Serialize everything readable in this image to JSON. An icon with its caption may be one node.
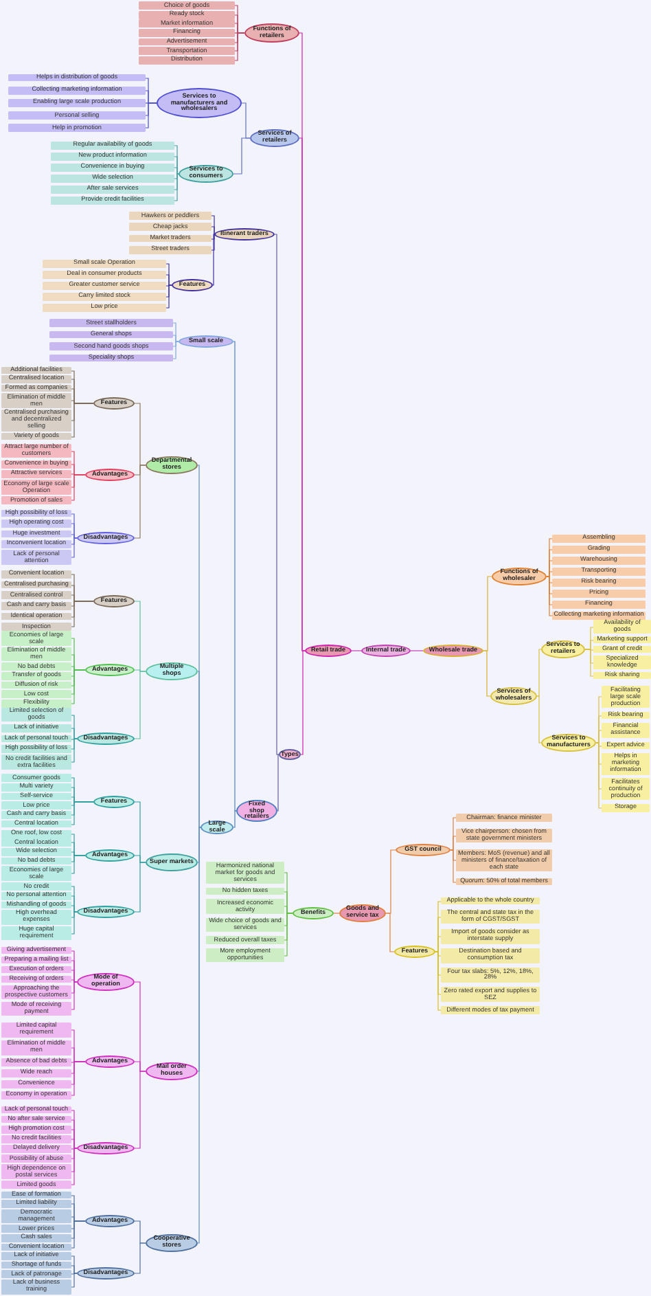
{
  "diagram": {
    "nodes": [
      {
        "text": [
          "Internal trade"
        ]
      },
      {
        "text": [
          "Retail trade"
        ]
      },
      {
        "text": [
          "Wholesale trade"
        ]
      },
      {
        "text": [
          "Functions of retailers"
        ]
      },
      {
        "text": [
          "Choice of goods"
        ]
      },
      {
        "text": [
          "Ready stock"
        ]
      },
      {
        "text": [
          "Market information"
        ]
      },
      {
        "text": [
          "Financing"
        ]
      },
      {
        "text": [
          "Advertisement"
        ]
      },
      {
        "text": [
          "Transportation"
        ]
      },
      {
        "text": [
          "Distribution"
        ]
      },
      {
        "text": [
          "Services of retailers"
        ]
      },
      {
        "text": [
          "Services to manufacturers and wholesalers"
        ]
      },
      {
        "text": [
          "Helps in distribution of goods"
        ]
      },
      {
        "text": [
          "Collecting marketing information"
        ]
      },
      {
        "text": [
          "Enabling large scale production"
        ]
      },
      {
        "text": [
          "Personal selling"
        ]
      },
      {
        "text": [
          "Help in promotion"
        ]
      },
      {
        "text": [
          "Services to consumers"
        ]
      },
      {
        "text": [
          "Regular availability of goods"
        ]
      },
      {
        "text": [
          "New product information"
        ]
      },
      {
        "text": [
          "Convenience in buying"
        ]
      },
      {
        "text": [
          "Wide selection"
        ]
      },
      {
        "text": [
          "After sale services"
        ]
      },
      {
        "text": [
          "Provide credit facilities"
        ]
      },
      {
        "text": [
          "Types"
        ]
      },
      {
        "text": [
          "Itinerant traders"
        ]
      },
      {
        "text": [
          "Hawkers or peddlers"
        ]
      },
      {
        "text": [
          "Cheap jacks"
        ]
      },
      {
        "text": [
          "Market traders"
        ]
      },
      {
        "text": [
          "Street traders"
        ]
      },
      {
        "text": [
          "Features"
        ]
      },
      {
        "text": [
          "Small scale Operation"
        ]
      },
      {
        "text": [
          "Deal in consumer products"
        ]
      },
      {
        "text": [
          "Greater customer service"
        ]
      },
      {
        "text": [
          "Carry limited stock"
        ]
      },
      {
        "text": [
          "Low price"
        ]
      },
      {
        "text": [
          "Fixed shop retailers"
        ]
      },
      {
        "text": [
          "Small scale"
        ]
      },
      {
        "text": [
          "Street stallholders"
        ]
      },
      {
        "text": [
          "General shops"
        ]
      },
      {
        "text": [
          "Second hand goods shops"
        ]
      },
      {
        "text": [
          "Speciality shops"
        ]
      },
      {
        "text": [
          "Large scale"
        ]
      },
      {
        "text": [
          "Departmental stores"
        ]
      },
      {
        "text": [
          "Features"
        ]
      },
      {
        "text": [
          "Additional facilities"
        ]
      },
      {
        "text": [
          "Centralised location"
        ]
      },
      {
        "text": [
          "Formed as companies"
        ]
      },
      {
        "text": [
          "Elimination of middle men"
        ]
      },
      {
        "text": [
          "Centralised purchasing and decentralized selling"
        ]
      },
      {
        "text": [
          "Variety of goods"
        ]
      },
      {
        "text": [
          "Advantages"
        ]
      },
      {
        "text": [
          "Attract large number of customers"
        ]
      },
      {
        "text": [
          "Convenience in buying"
        ]
      },
      {
        "text": [
          "Attractive services"
        ]
      },
      {
        "text": [
          "Economy of large scale Operation"
        ]
      },
      {
        "text": [
          "Promotion of sales"
        ]
      },
      {
        "text": [
          "Disadvantages"
        ]
      },
      {
        "text": [
          "High possibility of loss"
        ]
      },
      {
        "text": [
          "High operating cost"
        ]
      },
      {
        "text": [
          "Huge investment"
        ]
      },
      {
        "text": [
          "Inconvenient location"
        ]
      },
      {
        "text": [
          "Lack of personal attention"
        ]
      },
      {
        "text": [
          "Multiple shops"
        ]
      },
      {
        "text": [
          "Features"
        ]
      },
      {
        "text": [
          "Convenient location"
        ]
      },
      {
        "text": [
          "Centralised purchasing"
        ]
      },
      {
        "text": [
          "Centralised control"
        ]
      },
      {
        "text": [
          "Cash and carry basis"
        ]
      },
      {
        "text": [
          "Identical operation"
        ]
      },
      {
        "text": [
          "Inspection"
        ]
      },
      {
        "text": [
          "Advantages"
        ]
      },
      {
        "text": [
          "Economies of large scale"
        ]
      },
      {
        "text": [
          "Elimination of middle men"
        ]
      },
      {
        "text": [
          "No bad debts"
        ]
      },
      {
        "text": [
          "Transfer of goods"
        ]
      },
      {
        "text": [
          "Diffusion of risk"
        ]
      },
      {
        "text": [
          "Low cost"
        ]
      },
      {
        "text": [
          "Flexibility"
        ]
      },
      {
        "text": [
          "Disadvantages"
        ]
      },
      {
        "text": [
          "Limited selection of goods"
        ]
      },
      {
        "text": [
          "Lack of initiative"
        ]
      },
      {
        "text": [
          "Lack of personal touch"
        ]
      },
      {
        "text": [
          "High possibility of loss"
        ]
      },
      {
        "text": [
          "No credit facilities and extra facilities"
        ]
      },
      {
        "text": [
          "Super markets"
        ]
      },
      {
        "text": [
          "Features"
        ]
      },
      {
        "text": [
          "Consumer goods"
        ]
      },
      {
        "text": [
          "Multi variety"
        ]
      },
      {
        "text": [
          "Self-service"
        ]
      },
      {
        "text": [
          "Low price"
        ]
      },
      {
        "text": [
          "Cash and carry basis"
        ]
      },
      {
        "text": [
          "Central location"
        ]
      },
      {
        "text": [
          "Advantages"
        ]
      },
      {
        "text": [
          "One roof, low cost"
        ]
      },
      {
        "text": [
          "Central location"
        ]
      },
      {
        "text": [
          "Wide selection"
        ]
      },
      {
        "text": [
          "No bad debts"
        ]
      },
      {
        "text": [
          "Economies of large scale"
        ]
      },
      {
        "text": [
          "Disadvantages"
        ]
      },
      {
        "text": [
          "No credit"
        ]
      },
      {
        "text": [
          "No personal attention"
        ]
      },
      {
        "text": [
          "Mishandling of goods"
        ]
      },
      {
        "text": [
          "High overhead expenses"
        ]
      },
      {
        "text": [
          "Huge capital requirement"
        ]
      },
      {
        "text": [
          "Mail order houses"
        ]
      },
      {
        "text": [
          "Mode of operation"
        ]
      },
      {
        "text": [
          "Giving advertisement"
        ]
      },
      {
        "text": [
          "Preparing a mailing list"
        ]
      },
      {
        "text": [
          "Execution of orders"
        ]
      },
      {
        "text": [
          "Receiving of orders"
        ]
      },
      {
        "text": [
          "Approaching the prospective customers"
        ]
      },
      {
        "text": [
          "Mode of receiving payment"
        ]
      },
      {
        "text": [
          "Advantages"
        ]
      },
      {
        "text": [
          "Limited capital requirement"
        ]
      },
      {
        "text": [
          "Elimination of middle men"
        ]
      },
      {
        "text": [
          "Absence of bad debts"
        ]
      },
      {
        "text": [
          "Wide reach"
        ]
      },
      {
        "text": [
          "Convenience"
        ]
      },
      {
        "text": [
          "Economy in operation"
        ]
      },
      {
        "text": [
          "Disadvantages"
        ]
      },
      {
        "text": [
          "Lack of personal touch"
        ]
      },
      {
        "text": [
          "No after sale service"
        ]
      },
      {
        "text": [
          "High promotion cost"
        ]
      },
      {
        "text": [
          "No credit facilities"
        ]
      },
      {
        "text": [
          "Delayed delivery"
        ]
      },
      {
        "text": [
          "Possibility of abuse"
        ]
      },
      {
        "text": [
          "High dependence on postal services"
        ]
      },
      {
        "text": [
          "Limited goods"
        ]
      },
      {
        "text": [
          "Cooperative stores"
        ]
      },
      {
        "text": [
          "Advantages"
        ]
      },
      {
        "text": [
          "Ease of formation"
        ]
      },
      {
        "text": [
          "Limited liability"
        ]
      },
      {
        "text": [
          "Democratic management"
        ]
      },
      {
        "text": [
          "Lower prices"
        ]
      },
      {
        "text": [
          "Cash sales"
        ]
      },
      {
        "text": [
          "Convenient location"
        ]
      },
      {
        "text": [
          "Disadvantages"
        ]
      },
      {
        "text": [
          "Lack of initiative"
        ]
      },
      {
        "text": [
          "Shortage of funds"
        ]
      },
      {
        "text": [
          "Lack of patronage"
        ]
      },
      {
        "text": [
          "Lack of business training"
        ]
      },
      {
        "text": [
          "Functions of wholesaler"
        ]
      },
      {
        "text": [
          "Assembling"
        ]
      },
      {
        "text": [
          "Grading"
        ]
      },
      {
        "text": [
          "Warehousing"
        ]
      },
      {
        "text": [
          "Transporting"
        ]
      },
      {
        "text": [
          "Risk bearing"
        ]
      },
      {
        "text": [
          "Pricing"
        ]
      },
      {
        "text": [
          "Financing"
        ]
      },
      {
        "text": [
          "Collecting marketing information"
        ]
      },
      {
        "text": [
          "Services of wholesalers"
        ]
      },
      {
        "text": [
          "Services to retailers"
        ]
      },
      {
        "text": [
          "Availability of goods"
        ]
      },
      {
        "text": [
          "Marketing support"
        ]
      },
      {
        "text": [
          "Grant of credit"
        ]
      },
      {
        "text": [
          "Specialized knowledge"
        ]
      },
      {
        "text": [
          "Risk sharing"
        ]
      },
      {
        "text": [
          "Services to manufacturers"
        ]
      },
      {
        "text": [
          "Facilitating large scale production"
        ]
      },
      {
        "text": [
          "Risk bearing"
        ]
      },
      {
        "text": [
          "Financial assistance"
        ]
      },
      {
        "text": [
          "Expert advice"
        ]
      },
      {
        "text": [
          "Helps in marketing information"
        ]
      },
      {
        "text": [
          "Facilitates continuity of production"
        ]
      },
      {
        "text": [
          "Storage"
        ]
      },
      {
        "text": [
          "Goods and service tax"
        ]
      },
      {
        "text": [
          "Benefits"
        ]
      },
      {
        "text": [
          "Harmonized national market for goods and services"
        ]
      },
      {
        "text": [
          "No hidden taxes"
        ]
      },
      {
        "text": [
          "Increased economic activity"
        ]
      },
      {
        "text": [
          "Wide choice of goods and services"
        ]
      },
      {
        "text": [
          "Reduced overall taxes"
        ]
      },
      {
        "text": [
          "More employment opportunities"
        ]
      },
      {
        "text": [
          "GST council"
        ]
      },
      {
        "text": [
          "Chairman: finance minister"
        ]
      },
      {
        "text": [
          "Vice chairperson: chosen from state government ministers"
        ]
      },
      {
        "text": [
          "Members: MoS (revenue) and all ministers of finance/taxation of each state"
        ]
      },
      {
        "text": [
          "Quorum: 50% of total members"
        ]
      },
      {
        "text": [
          "Features"
        ]
      },
      {
        "text": [
          "Applicable to the whole country"
        ]
      },
      {
        "text": [
          "The central and state tax in the form of CGST/SGST"
        ]
      },
      {
        "text": [
          "Import of goods consider as interstate supply"
        ]
      },
      {
        "text": [
          "Destination based and consumption tax"
        ]
      },
      {
        "text": [
          "Four tax slabs: 5%, 12%, 18%, 28%"
        ]
      },
      {
        "text": [
          "Zero rated export and supplies to SEZ"
        ]
      },
      {
        "text": [
          "Different modes of tax payment"
        ]
      }
    ],
    "edges": [
      {
        "from": 0,
        "to": 1,
        "arrow": "none",
        "color": "#c040b0"
      },
      {
        "from": 0,
        "to": 2,
        "arrow": "none",
        "color": "#c040b0"
      },
      {
        "from": 1,
        "to": 3,
        "arrow": "none",
        "color": "#d020b0"
      },
      {
        "from": 1,
        "to": 11,
        "arrow": "none",
        "color": "#d020b0"
      },
      {
        "from": 1,
        "to": 25,
        "arrow": "none",
        "color": "#d020b0"
      },
      {
        "from": 3,
        "to": 4,
        "arrow": "none",
        "color": "#c04060"
      },
      {
        "from": 3,
        "to": 5,
        "arrow": "none",
        "color": "#c04060"
      },
      {
        "from": 3,
        "to": 6,
        "arrow": "none",
        "color": "#c04060"
      },
      {
        "from": 3,
        "to": 7,
        "arrow": "none",
        "color": "#c04060"
      },
      {
        "from": 3,
        "to": 8,
        "arrow": "none",
        "color": "#c04060"
      },
      {
        "from": 3,
        "to": 9,
        "arrow": "none",
        "color": "#c04060"
      },
      {
        "from": 3,
        "to": 10,
        "arrow": "none",
        "color": "#c04060"
      },
      {
        "from": 11,
        "to": 12,
        "arrow": "none",
        "color": "#6070c0"
      },
      {
        "from": 11,
        "to": 18,
        "arrow": "none",
        "color": "#6070c0"
      },
      {
        "from": 12,
        "to": 13,
        "arrow": "none",
        "color": "#5050d0"
      },
      {
        "from": 12,
        "to": 14,
        "arrow": "none",
        "color": "#5050d0"
      },
      {
        "from": 12,
        "to": 15,
        "arrow": "none",
        "color": "#5050d0"
      },
      {
        "from": 12,
        "to": 16,
        "arrow": "none",
        "color": "#5050d0"
      },
      {
        "from": 12,
        "to": 17,
        "arrow": "none",
        "color": "#5050d0"
      },
      {
        "from": 18,
        "to": 19,
        "arrow": "none",
        "color": "#40a0a0"
      },
      {
        "from": 18,
        "to": 20,
        "arrow": "none",
        "color": "#40a0a0"
      },
      {
        "from": 18,
        "to": 21,
        "arrow": "none",
        "color": "#40a0a0"
      },
      {
        "from": 18,
        "to": 22,
        "arrow": "none",
        "color": "#40a0a0"
      },
      {
        "from": 18,
        "to": 23,
        "arrow": "none",
        "color": "#40a0a0"
      },
      {
        "from": 18,
        "to": 24,
        "arrow": "none",
        "color": "#40a0a0"
      },
      {
        "from": 25,
        "to": 26,
        "arrow": "none",
        "color": "#6060a0"
      },
      {
        "from": 25,
        "to": 37,
        "arrow": "none",
        "color": "#6060a0"
      },
      {
        "from": 26,
        "to": 27,
        "arrow": "none",
        "color": "#4030a0"
      },
      {
        "from": 26,
        "to": 28,
        "arrow": "none",
        "color": "#4030a0"
      },
      {
        "from": 26,
        "to": 29,
        "arrow": "none",
        "color": "#4030a0"
      },
      {
        "from": 26,
        "to": 30,
        "arrow": "none",
        "color": "#4030a0"
      },
      {
        "from": 26,
        "to": 31,
        "arrow": "none",
        "color": "#4030a0"
      },
      {
        "from": 31,
        "to": 32,
        "arrow": "none",
        "color": "#4030a0"
      },
      {
        "from": 31,
        "to": 33,
        "arrow": "none",
        "color": "#4030a0"
      },
      {
        "from": 31,
        "to": 34,
        "arrow": "none",
        "color": "#4030a0"
      },
      {
        "from": 31,
        "to": 35,
        "arrow": "none",
        "color": "#4030a0"
      },
      {
        "from": 31,
        "to": 36,
        "arrow": "none",
        "color": "#4030a0"
      },
      {
        "from": 37,
        "to": 38,
        "arrow": "none",
        "color": "#5080c0"
      },
      {
        "from": 37,
        "to": 43,
        "arrow": "none",
        "color": "#5080c0"
      },
      {
        "from": 38,
        "to": 39,
        "arrow": "none",
        "color": "#80a8e0"
      },
      {
        "from": 38,
        "to": 40,
        "arrow": "none",
        "color": "#80a8e0"
      },
      {
        "from": 38,
        "to": 41,
        "arrow": "none",
        "color": "#80a8e0"
      },
      {
        "from": 38,
        "to": 42,
        "arrow": "none",
        "color": "#80a8e0"
      },
      {
        "from": 43,
        "to": 44,
        "arrow": "none",
        "color": "#6090c0"
      },
      {
        "from": 43,
        "to": 64,
        "arrow": "none",
        "color": "#6090c0"
      },
      {
        "from": 43,
        "to": 86,
        "arrow": "none",
        "color": "#6090c0"
      },
      {
        "from": 43,
        "to": 106,
        "arrow": "none",
        "color": "#6090c0"
      },
      {
        "from": 43,
        "to": 130,
        "arrow": "none",
        "color": "#6090c0"
      },
      {
        "from": 44,
        "to": 45,
        "arrow": "none",
        "color": "#8a7a60"
      },
      {
        "from": 44,
        "to": 52,
        "arrow": "none",
        "color": "#8a7a60"
      },
      {
        "from": 44,
        "to": 58,
        "arrow": "none",
        "color": "#8a7a60"
      },
      {
        "from": 45,
        "to": 46,
        "arrow": "none",
        "color": "#7a6a5a"
      },
      {
        "from": 45,
        "to": 47,
        "arrow": "none",
        "color": "#7a6a5a"
      },
      {
        "from": 45,
        "to": 48,
        "arrow": "none",
        "color": "#7a6a5a"
      },
      {
        "from": 45,
        "to": 49,
        "arrow": "none",
        "color": "#7a6a5a"
      },
      {
        "from": 45,
        "to": 50,
        "arrow": "none",
        "color": "#7a6a5a"
      },
      {
        "from": 45,
        "to": 51,
        "arrow": "none",
        "color": "#7a6a5a"
      },
      {
        "from": 52,
        "to": 53,
        "arrow": "none",
        "color": "#e04060"
      },
      {
        "from": 52,
        "to": 54,
        "arrow": "none",
        "color": "#e04060"
      },
      {
        "from": 52,
        "to": 55,
        "arrow": "none",
        "color": "#e04060"
      },
      {
        "from": 52,
        "to": 56,
        "arrow": "none",
        "color": "#e04060"
      },
      {
        "from": 52,
        "to": 57,
        "arrow": "none",
        "color": "#e04060"
      },
      {
        "from": 58,
        "to": 59,
        "arrow": "none",
        "color": "#6060e0"
      },
      {
        "from": 58,
        "to": 60,
        "arrow": "none",
        "color": "#6060e0"
      },
      {
        "from": 58,
        "to": 61,
        "arrow": "none",
        "color": "#6060e0"
      },
      {
        "from": 58,
        "to": 62,
        "arrow": "none",
        "color": "#6060e0"
      },
      {
        "from": 58,
        "to": 63,
        "arrow": "none",
        "color": "#6060e0"
      },
      {
        "from": 64,
        "to": 65,
        "arrow": "none",
        "color": "#60c0a0"
      },
      {
        "from": 64,
        "to": 72,
        "arrow": "none",
        "color": "#60c0a0"
      },
      {
        "from": 64,
        "to": 80,
        "arrow": "none",
        "color": "#60c0a0"
      },
      {
        "from": 65,
        "to": 66,
        "arrow": "none",
        "color": "#7a6a5a"
      },
      {
        "from": 65,
        "to": 67,
        "arrow": "none",
        "color": "#7a6a5a"
      },
      {
        "from": 65,
        "to": 68,
        "arrow": "none",
        "color": "#7a6a5a"
      },
      {
        "from": 65,
        "to": 69,
        "arrow": "none",
        "color": "#7a6a5a"
      },
      {
        "from": 65,
        "to": 70,
        "arrow": "none",
        "color": "#7a6a5a"
      },
      {
        "from": 65,
        "to": 71,
        "arrow": "none",
        "color": "#7a6a5a"
      },
      {
        "from": 72,
        "to": 73,
        "arrow": "none",
        "color": "#50c050"
      },
      {
        "from": 72,
        "to": 74,
        "arrow": "none",
        "color": "#50c050"
      },
      {
        "from": 72,
        "to": 75,
        "arrow": "none",
        "color": "#50c050"
      },
      {
        "from": 72,
        "to": 76,
        "arrow": "none",
        "color": "#50c050"
      },
      {
        "from": 72,
        "to": 77,
        "arrow": "none",
        "color": "#50c050"
      },
      {
        "from": 72,
        "to": 78,
        "arrow": "none",
        "color": "#50c050"
      },
      {
        "from": 72,
        "to": 79,
        "arrow": "none",
        "color": "#50c050"
      },
      {
        "from": 80,
        "to": 81,
        "arrow": "none",
        "color": "#30a0a0"
      },
      {
        "from": 80,
        "to": 82,
        "arrow": "none",
        "color": "#30a0a0"
      },
      {
        "from": 80,
        "to": 83,
        "arrow": "none",
        "color": "#30a0a0"
      },
      {
        "from": 80,
        "to": 84,
        "arrow": "none",
        "color": "#30a0a0"
      },
      {
        "from": 80,
        "to": 85,
        "arrow": "none",
        "color": "#30a0a0"
      },
      {
        "from": 86,
        "to": 87,
        "arrow": "none",
        "color": "#30a0a0"
      },
      {
        "from": 86,
        "to": 94,
        "arrow": "none",
        "color": "#30a0a0"
      },
      {
        "from": 86,
        "to": 100,
        "arrow": "none",
        "color": "#30a0a0"
      },
      {
        "from": 87,
        "to": 88,
        "arrow": "none",
        "color": "#30a0a0"
      },
      {
        "from": 87,
        "to": 89,
        "arrow": "none",
        "color": "#30a0a0"
      },
      {
        "from": 87,
        "to": 90,
        "arrow": "none",
        "color": "#30a0a0"
      },
      {
        "from": 87,
        "to": 91,
        "arrow": "none",
        "color": "#30a0a0"
      },
      {
        "from": 87,
        "to": 92,
        "arrow": "none",
        "color": "#30a0a0"
      },
      {
        "from": 87,
        "to": 93,
        "arrow": "none",
        "color": "#30a0a0"
      },
      {
        "from": 94,
        "to": 95,
        "arrow": "none",
        "color": "#30a0a0"
      },
      {
        "from": 94,
        "to": 96,
        "arrow": "none",
        "color": "#30a0a0"
      },
      {
        "from": 94,
        "to": 97,
        "arrow": "none",
        "color": "#30a0a0"
      },
      {
        "from": 94,
        "to": 98,
        "arrow": "none",
        "color": "#30a0a0"
      },
      {
        "from": 94,
        "to": 99,
        "arrow": "none",
        "color": "#30a0a0"
      },
      {
        "from": 100,
        "to": 101,
        "arrow": "none",
        "color": "#30a0a0"
      },
      {
        "from": 100,
        "to": 102,
        "arrow": "none",
        "color": "#30a0a0"
      },
      {
        "from": 100,
        "to": 103,
        "arrow": "none",
        "color": "#30a0a0"
      },
      {
        "from": 100,
        "to": 104,
        "arrow": "none",
        "color": "#30a0a0"
      },
      {
        "from": 100,
        "to": 105,
        "arrow": "none",
        "color": "#30a0a0"
      },
      {
        "from": 106,
        "to": 107,
        "arrow": "none",
        "color": "#d030c0"
      },
      {
        "from": 106,
        "to": 114,
        "arrow": "none",
        "color": "#d030c0"
      },
      {
        "from": 106,
        "to": 121,
        "arrow": "none",
        "color": "#d030c0"
      },
      {
        "from": 107,
        "to": 108,
        "arrow": "none",
        "color": "#d030c0"
      },
      {
        "from": 107,
        "to": 109,
        "arrow": "none",
        "color": "#d030c0"
      },
      {
        "from": 107,
        "to": 110,
        "arrow": "none",
        "color": "#d030c0"
      },
      {
        "from": 107,
        "to": 111,
        "arrow": "none",
        "color": "#d030c0"
      },
      {
        "from": 107,
        "to": 112,
        "arrow": "none",
        "color": "#d030c0"
      },
      {
        "from": 107,
        "to": 113,
        "arrow": "none",
        "color": "#d030c0"
      },
      {
        "from": 114,
        "to": 115,
        "arrow": "none",
        "color": "#d030c0"
      },
      {
        "from": 114,
        "to": 116,
        "arrow": "none",
        "color": "#d030c0"
      },
      {
        "from": 114,
        "to": 117,
        "arrow": "none",
        "color": "#d030c0"
      },
      {
        "from": 114,
        "to": 118,
        "arrow": "none",
        "color": "#d030c0"
      },
      {
        "from": 114,
        "to": 119,
        "arrow": "none",
        "color": "#d030c0"
      },
      {
        "from": 114,
        "to": 120,
        "arrow": "none",
        "color": "#d030c0"
      },
      {
        "from": 121,
        "to": 122,
        "arrow": "none",
        "color": "#d030c0"
      },
      {
        "from": 121,
        "to": 123,
        "arrow": "none",
        "color": "#d030c0"
      },
      {
        "from": 121,
        "to": 124,
        "arrow": "none",
        "color": "#d030c0"
      },
      {
        "from": 121,
        "to": 125,
        "arrow": "none",
        "color": "#d030c0"
      },
      {
        "from": 121,
        "to": 126,
        "arrow": "none",
        "color": "#d030c0"
      },
      {
        "from": 121,
        "to": 127,
        "arrow": "none",
        "color": "#d030c0"
      },
      {
        "from": 121,
        "to": 128,
        "arrow": "none",
        "color": "#d030c0"
      },
      {
        "from": 121,
        "to": 129,
        "arrow": "none",
        "color": "#d030c0"
      },
      {
        "from": 130,
        "to": 131,
        "arrow": "none",
        "color": "#5070a0"
      },
      {
        "from": 130,
        "to": 138,
        "arrow": "none",
        "color": "#5070a0"
      },
      {
        "from": 131,
        "to": 132,
        "arrow": "none",
        "color": "#5070a0"
      },
      {
        "from": 131,
        "to": 133,
        "arrow": "none",
        "color": "#5070a0"
      },
      {
        "from": 131,
        "to": 134,
        "arrow": "none",
        "color": "#5070a0"
      },
      {
        "from": 131,
        "to": 135,
        "arrow": "none",
        "color": "#5070a0"
      },
      {
        "from": 131,
        "to": 136,
        "arrow": "none",
        "color": "#5070a0"
      },
      {
        "from": 131,
        "to": 137,
        "arrow": "none",
        "color": "#5070a0"
      },
      {
        "from": 138,
        "to": 139,
        "arrow": "none",
        "color": "#5070a0"
      },
      {
        "from": 138,
        "to": 140,
        "arrow": "none",
        "color": "#5070a0"
      },
      {
        "from": 138,
        "to": 141,
        "arrow": "none",
        "color": "#5070a0"
      },
      {
        "from": 138,
        "to": 142,
        "arrow": "none",
        "color": "#5070a0"
      },
      {
        "from": 2,
        "to": 143,
        "arrow": "none",
        "color": "#d8b030"
      },
      {
        "from": 2,
        "to": 152,
        "arrow": "none",
        "color": "#d8b030"
      },
      {
        "from": 143,
        "to": 144,
        "arrow": "none",
        "color": "#e08030"
      },
      {
        "from": 143,
        "to": 145,
        "arrow": "none",
        "color": "#e08030"
      },
      {
        "from": 143,
        "to": 146,
        "arrow": "none",
        "color": "#e08030"
      },
      {
        "from": 143,
        "to": 147,
        "arrow": "none",
        "color": "#e08030"
      },
      {
        "from": 143,
        "to": 148,
        "arrow": "none",
        "color": "#e08030"
      },
      {
        "from": 143,
        "to": 149,
        "arrow": "none",
        "color": "#e08030"
      },
      {
        "from": 143,
        "to": 150,
        "arrow": "none",
        "color": "#e08030"
      },
      {
        "from": 143,
        "to": 151,
        "arrow": "none",
        "color": "#e08030"
      },
      {
        "from": 152,
        "to": 153,
        "arrow": "none",
        "color": "#d8c040"
      },
      {
        "from": 152,
        "to": 159,
        "arrow": "none",
        "color": "#d8c040"
      },
      {
        "from": 153,
        "to": 154,
        "arrow": "none",
        "color": "#d8c040"
      },
      {
        "from": 153,
        "to": 155,
        "arrow": "none",
        "color": "#d8c040"
      },
      {
        "from": 153,
        "to": 156,
        "arrow": "none",
        "color": "#d8c040"
      },
      {
        "from": 153,
        "to": 157,
        "arrow": "none",
        "color": "#d8c040"
      },
      {
        "from": 153,
        "to": 158,
        "arrow": "none",
        "color": "#d8c040"
      },
      {
        "from": 159,
        "to": 160,
        "arrow": "none",
        "color": "#d8c040"
      },
      {
        "from": 159,
        "to": 161,
        "arrow": "none",
        "color": "#d8c040"
      },
      {
        "from": 159,
        "to": 162,
        "arrow": "none",
        "color": "#d8c040"
      },
      {
        "from": 159,
        "to": 163,
        "arrow": "none",
        "color": "#d8c040"
      },
      {
        "from": 159,
        "to": 164,
        "arrow": "none",
        "color": "#d8c040"
      },
      {
        "from": 159,
        "to": 165,
        "arrow": "none",
        "color": "#d8c040"
      },
      {
        "from": 159,
        "to": 166,
        "arrow": "none",
        "color": "#d8c040"
      },
      {
        "from": 167,
        "to": 168,
        "arrow": "none",
        "color": "#e08040"
      },
      {
        "from": 167,
        "to": 175,
        "arrow": "none",
        "color": "#e08040"
      },
      {
        "from": 167,
        "to": 180,
        "arrow": "none",
        "color": "#e08040"
      },
      {
        "from": 168,
        "to": 169,
        "arrow": "none",
        "color": "#60c040"
      },
      {
        "from": 168,
        "to": 170,
        "arrow": "none",
        "color": "#60c040"
      },
      {
        "from": 168,
        "to": 171,
        "arrow": "none",
        "color": "#60c040"
      },
      {
        "from": 168,
        "to": 172,
        "arrow": "none",
        "color": "#60c040"
      },
      {
        "from": 168,
        "to": 173,
        "arrow": "none",
        "color": "#60c040"
      },
      {
        "from": 168,
        "to": 174,
        "arrow": "none",
        "color": "#60c040"
      },
      {
        "from": 175,
        "to": 176,
        "arrow": "none",
        "color": "#e08040"
      },
      {
        "from": 175,
        "to": 177,
        "arrow": "none",
        "color": "#e08040"
      },
      {
        "from": 175,
        "to": 178,
        "arrow": "none",
        "color": "#e08040"
      },
      {
        "from": 175,
        "to": 179,
        "arrow": "none",
        "color": "#e08040"
      },
      {
        "from": 180,
        "to": 181,
        "arrow": "none",
        "color": "#d8c020"
      },
      {
        "from": 180,
        "to": 182,
        "arrow": "none",
        "color": "#d8c020"
      },
      {
        "from": 180,
        "to": 183,
        "arrow": "none",
        "color": "#d8c020"
      },
      {
        "from": 180,
        "to": 184,
        "arrow": "none",
        "color": "#d8c020"
      },
      {
        "from": 180,
        "to": 185,
        "arrow": "none",
        "color": "#d8c020"
      },
      {
        "from": 180,
        "to": 186,
        "arrow": "none",
        "color": "#d8c020"
      },
      {
        "from": 180,
        "to": 187,
        "arrow": "none",
        "color": "#d8c020"
      }
    ]
  }
}
